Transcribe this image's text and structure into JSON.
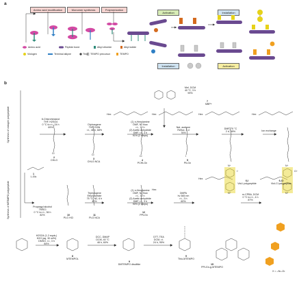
{
  "panel_a": {
    "letter": "a",
    "boxes": [
      "Amino acid modification",
      "Monomer synthesis",
      "Polymerization",
      "Activation",
      "Installation",
      "Installation",
      "Activation"
    ],
    "legend": [
      {
        "label": "Amino acid",
        "color": "#d34aa4"
      },
      {
        "label": "Peptide bond",
        "color": "#6a4a90"
      },
      {
        "label": "Alkyl chloride",
        "color": "#2e8b7a"
      },
      {
        "label": "Alkyl iodide",
        "color": "#d46a1f"
      },
      {
        "label": "Viologen",
        "color": "#e6d21a"
      },
      {
        "label": "Terminal alkyne",
        "color": "#2e7fc4"
      },
      {
        "label": "Thiol",
        "color": "#3a3a3a"
      },
      {
        "label": "TEMPO precursor",
        "color": "#c9c9c9"
      },
      {
        "label": "TEMPO",
        "color": "#f0a020"
      }
    ]
  },
  "panel_b": {
    "letter": "b",
    "side_labels": [
      "Synthesis of viologen polypeptide",
      "Synthesis of MTEMPO polypeptide"
    ],
    "top_reagent": {
      "lines": [
        "MeI, DCM",
        "40 °C, 3 h",
        "99%"
      ],
      "product_num": "7",
      "product_label": "MBP+"
    },
    "row1_steps": [
      {
        "lines": [
          "6-Chlorohexanol",
          "THF, H2SO4",
          "0 °C to r.t., 24 h",
          "69%"
        ]
      },
      {
        "lines": [
          "Diphosgene",
          "THF, Et3N",
          "r.t., 48 h, 68%"
        ]
      },
      {
        "lines": [
          "(1) n-Hexylamine",
          "DMF, N2 flow",
          "r.t., 72 h",
          "(2) Acetic anhydride",
          "DMF, r.t., 3 h",
          "91% (2 steps)"
        ]
      },
      {
        "lines": [
          "NaI, acetone",
          "Reflux, 3 d",
          "76%"
        ]
      },
      {
        "lines": [
          "DMF, 70 °C",
          "2 d, 95%"
        ]
      },
      {
        "lines": [
          "Ion exchange"
        ]
      }
    ],
    "row1_compounds": [
      {
        "num": "2",
        "label": "CHLG"
      },
      {
        "num": "3",
        "label": "CHLG NCA"
      },
      {
        "num": "4",
        "label": "PCHLGn"
      },
      {
        "num": "5",
        "label": "PILGn"
      },
      {
        "num": "6-I",
        "label": "Viol-I polypeptide"
      },
      {
        "num": "6-Cl",
        "label": "Viol-Cl polypeptide"
      }
    ],
    "row1_counterions": [
      "I⁻",
      "Cl⁻"
    ],
    "row1_atoms": [
      "Cl",
      "Cl",
      "Cl",
      "I",
      "N⁺",
      "N⁺",
      "N⁺",
      "N⁺"
    ],
    "start_compound": {
      "num": "1",
      "label": "L-Glu"
    },
    "row2_steps": [
      {
        "lines": [
          "Propargyl alcohol",
          "TMSCl",
          "0 °C to r.t., 36 h",
          "82%"
        ]
      },
      {
        "lines": [
          "Triphosgene",
          "Ethyl acetate",
          "75 °C, N2, 6 h",
          "40%"
        ]
      },
      {
        "lines": [
          "(1) n-Hexylamine",
          "DMF, N2 flow",
          "r.t., 72 h",
          "(2) Acetic anhydride",
          "DMF, r.t., 3 h",
          "90% (2 steps)"
        ]
      },
      {
        "lines": [
          "DMPA",
          "hν 365 nm",
          "r.t., 3 h",
          "60%"
        ]
      },
      {
        "lines": [
          "m-CPBA, DCM",
          "0 °C to r.t., 4 h",
          "87%"
        ]
      }
    ],
    "row2_compounds": [
      {
        "num": "10",
        "label": "PLG HCl"
      },
      {
        "num": "11",
        "label": "PLG NCA"
      },
      {
        "num": "12",
        "label": "PPLGn"
      },
      {
        "num": "15",
        "label": "PPLGn-g-MTEMPO"
      }
    ],
    "nhex": "Hex",
    "xaxis_note": "X = –N•–O•",
    "bottom_steps": [
      {
        "lines": [
          "H2SO4 (1.2 equiv.)",
          "H2O (aq, 30 wt%)",
          "DMSO, r.t., 3 h",
          "84%"
        ]
      },
      {
        "lines": [
          "DCC, DMAP",
          "DCM, 40 °C",
          "48 h, 60%"
        ]
      },
      {
        "lines": [
          "DTT, TEA",
          "DCM, r.t.",
          "24 h, 95%"
        ]
      }
    ],
    "bottom_compounds": [
      {
        "num": "8",
        "label": "MTEMPOL"
      },
      {
        "num": "9",
        "label": "DMTEMPO disulfide"
      },
      {
        "num": "9",
        "label": "Thio-MTEMPO"
      }
    ]
  }
}
